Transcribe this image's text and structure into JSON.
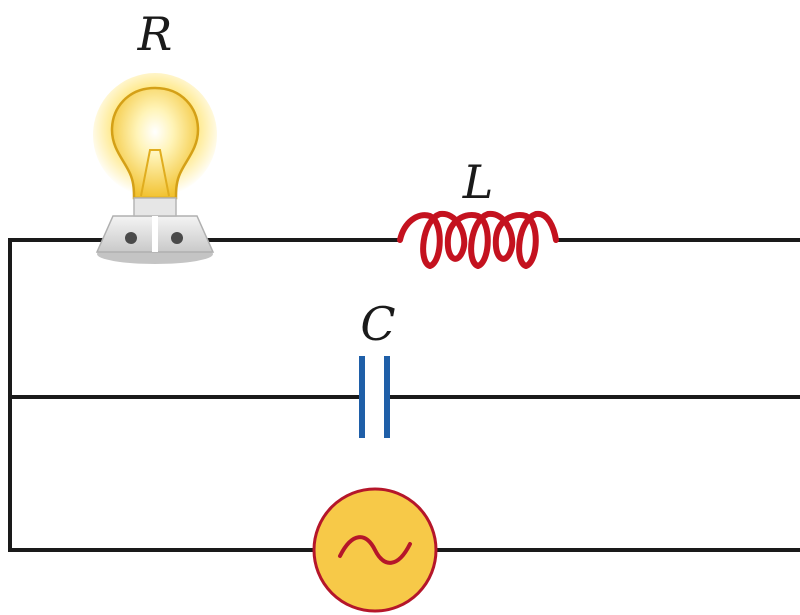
{
  "diagram": {
    "labels": {
      "resistor": "R",
      "inductor": "L",
      "capacitor": "C"
    },
    "components": {
      "resistor": "light-bulb-icon",
      "inductor": "coil-icon",
      "capacitor": "parallel-plates-icon",
      "source": "ac-source-icon"
    },
    "colors": {
      "wire": "#1a1a1a",
      "bulb_glow": "#ffe36a",
      "bulb_glass": "#f5c542",
      "bulb_base": "#d9d9d9",
      "inductor": "#c4121f",
      "capacitor": "#1f5fa8",
      "source_fill": "#f7c948",
      "source_stroke": "#b5162a"
    }
  }
}
